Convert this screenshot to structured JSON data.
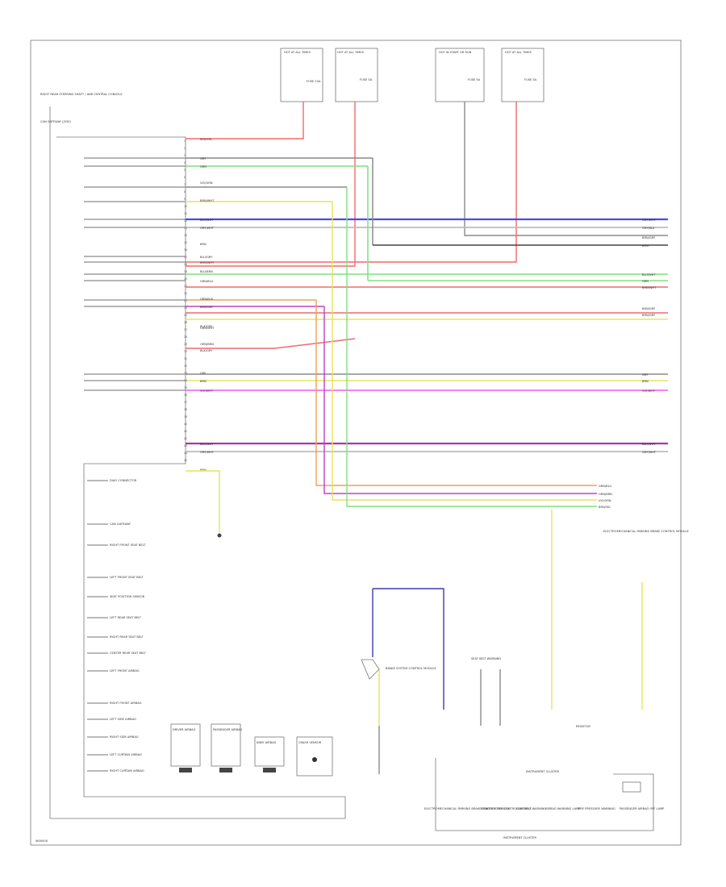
{
  "footer_code": "W00000",
  "module_title": "RIGHT REAR STEERING SHAFT / AND CENTRAL CONSOLE",
  "module_sub": "CAN GATEWAY (J533)",
  "instrument_cluster_label": "INSTRUMENT CLUSTER",
  "power_sources": [
    {
      "id": "ps1",
      "label": "HOT AT ALL TIMES",
      "fuse": "FUSE 10A"
    },
    {
      "id": "ps2",
      "label": "HOT AT ALL TIMES",
      "fuse": "FUSE 5A"
    },
    {
      "id": "ps3",
      "label": "HOT IN START OR RUN",
      "fuse": "FUSE 5A"
    },
    {
      "id": "ps4",
      "label": "HOT AT ALL TIMES",
      "fuse": "FUSE 5A"
    }
  ],
  "harness_pins": [
    "1",
    "2",
    "3",
    "4",
    "5",
    "6",
    "7",
    "8",
    "9",
    "10",
    "11",
    "12",
    "13",
    "14",
    "15",
    "16",
    "17",
    "18",
    "19",
    "20",
    "21",
    "22",
    "23",
    "24",
    "25",
    "26",
    "27",
    "28",
    "29",
    "30",
    "31",
    "32",
    "33",
    "34",
    "35",
    "36",
    "37",
    "38",
    "39",
    "40",
    "41",
    "42",
    "43",
    "44",
    "45"
  ],
  "left_wire_labels": [
    "RED/YEL",
    "GRY",
    "GRN",
    "VIO/GRN",
    "BRN/WHT",
    "BLU/WHT",
    "GRY/WHT",
    "BRN",
    "BLU/GRY",
    "BRN/WHT",
    "BLU/BRN",
    "GRN/BLU",
    "ORN/BLK",
    "BRN/GRY",
    "BLK/GRY",
    "GRN/WHT",
    "ORN/BRN",
    "BLK/GRY",
    "GRY",
    "BRN",
    "VIO/WHT",
    "BLU/WHT",
    "GRY/WHT",
    "BRN"
  ],
  "right_wire_labels": [
    "GRY/WHT",
    "GRY/BLU",
    "BRN/GRY",
    "BRN",
    "BLU/WHT",
    "GRN",
    "BRN/WHT",
    "BRN/GRY",
    "BRN/GRY",
    "GRY",
    "BRN",
    "VIO/WHT",
    "BLU/WHT",
    "GRY/WHT"
  ],
  "cluster_pins": [
    "GRN/BLU",
    "ORN/BRN",
    "VIO/GRN",
    "BRN/YEL"
  ],
  "left_components": [
    "DIAG CONNECTOR",
    "CAN GATEWAY",
    "RIGHT FRONT SEAT BELT",
    "LEFT FRONT SEAT BELT",
    "SEAT POSITION SENSOR",
    "LEFT REAR SEAT BELT",
    "RIGHT REAR SEAT BELT",
    "CENTER REAR SEAT BELT",
    "LEFT FRONT AIRBAG",
    "RIGHT FRONT AIRBAG",
    "LEFT SIDE AIRBAG",
    "RIGHT SIDE AIRBAG",
    "LEFT CURTAIN AIRBAG",
    "RIGHT CURTAIN AIRBAG"
  ],
  "bottom_components": [
    "DRIVER AIRBAG",
    "PASSENGER AIRBAG",
    "KNEE AIRBAG",
    "CRASH SENSOR"
  ],
  "right_components": [
    {
      "id": "rc1",
      "label": "ELECTROMECHANICAL PARKING BRAKE CONTROL MODULE"
    },
    {
      "id": "rc2",
      "label": "BRAKE SYSTEM CONTROL MODULE"
    },
    {
      "id": "rc3",
      "label": "SEAT BELT WARNING"
    },
    {
      "id": "rc4",
      "label": "AIRBAG WARNING LAMP"
    },
    {
      "id": "rc5",
      "label": "TIRE PRESSURE WARNING"
    },
    {
      "id": "rc6",
      "label": "CHARGE WARNING"
    },
    {
      "id": "rc7",
      "label": "PASSENGER AIRBAG OFF LAMP"
    },
    {
      "id": "rc8",
      "label": "RESISTOR"
    }
  ],
  "wire_colors": {
    "orange": "#f2a055",
    "red": "#f06a6a",
    "green": "#7fe07f",
    "blue": "#4a4af0",
    "purple": "#a43aa4",
    "violet": "#c040c0",
    "magenta": "#f05af0",
    "yellow": "#e8e35a",
    "gray": "#8a8a8a",
    "dark": "#444444",
    "ltgray": "#bdbdbd",
    "brown": "#b07a3a",
    "navy": "#3b3bb0"
  }
}
